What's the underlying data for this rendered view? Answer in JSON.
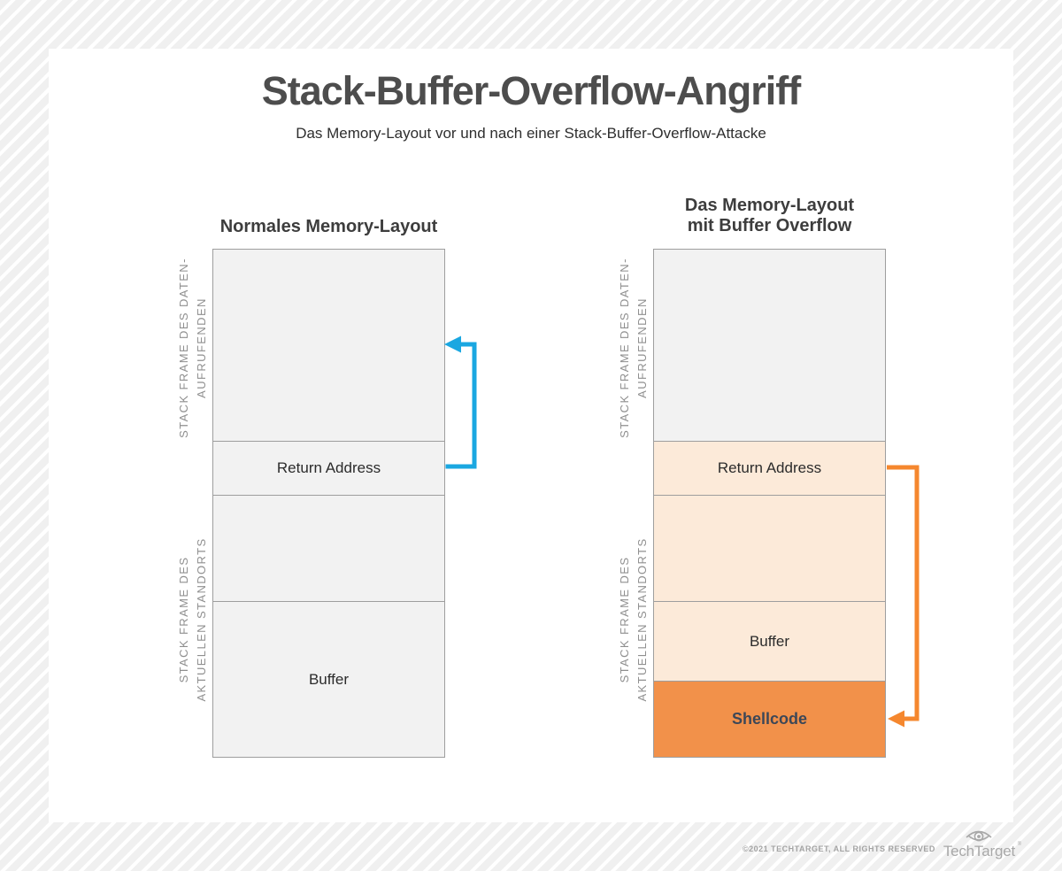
{
  "page": {
    "title": "Stack-Buffer-Overflow-Angriff",
    "subtitle": "Das Memory-Layout vor und nach einer Stack-Buffer-Overflow-Attacke"
  },
  "colors": {
    "arrow_blue": "#1aa7e1",
    "arrow_orange": "#f5872e",
    "box_gray": "#f2f2f2",
    "box_peach": "#fcead9",
    "box_orange": "#f2914a",
    "box_border": "#9e9e9e"
  },
  "left_diagram": {
    "heading": "Normales Memory-Layout",
    "side_label_caller_line1": "STACK FRAME DES DATEN-",
    "side_label_caller_line2": "AUFRUFENDEN",
    "side_label_current_line1": "STACK FRAME DES",
    "side_label_current_line2": "AKTUELLEN STANDORTS",
    "rows": {
      "return_address": "Return Address",
      "buffer": "Buffer"
    }
  },
  "right_diagram": {
    "heading_line1": "Das Memory-Layout",
    "heading_line2": "mit Buffer Overflow",
    "side_label_caller_line1": "STACK FRAME DES DATEN-",
    "side_label_caller_line2": "AUFRUFENDEN",
    "side_label_current_line1": "STACK FRAME DES",
    "side_label_current_line2": "AKTUELLEN STANDORTS",
    "rows": {
      "return_address": "Return Address",
      "buffer": "Buffer",
      "shellcode": "Shellcode"
    }
  },
  "footer": {
    "copyright": "©2021 TECHTARGET, ALL RIGHTS RESERVED",
    "brand": "TechTarget",
    "trademark": "®"
  }
}
